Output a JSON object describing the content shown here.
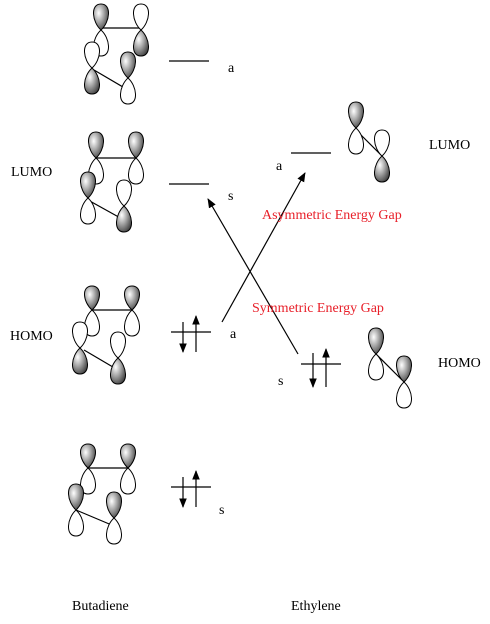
{
  "colors": {
    "shaded_lobe": "#9a9a9a",
    "open_lobe": "#ffffff",
    "gap_text": "#e8202a",
    "ink": "#000000"
  },
  "labels": {
    "butadiene": "Butadiene",
    "ethylene": "Ethylene",
    "lumo_left": "LUMO",
    "homo_left": "HOMO",
    "lumo_right": "LUMO",
    "homo_right": "HOMO",
    "asymmetric_gap": "Asymmetric Energy Gap",
    "symmetric_gap": "Symmetric Energy Gap"
  },
  "butadiene_levels": [
    {
      "symmetry": "a",
      "electrons": 0
    },
    {
      "symmetry": "s",
      "electrons": 0
    },
    {
      "symmetry": "a",
      "electrons": 2
    },
    {
      "symmetry": "s",
      "electrons": 2
    }
  ],
  "ethylene_levels": [
    {
      "symmetry": "a",
      "electrons": 0
    },
    {
      "symmetry": "s",
      "electrons": 2
    }
  ]
}
